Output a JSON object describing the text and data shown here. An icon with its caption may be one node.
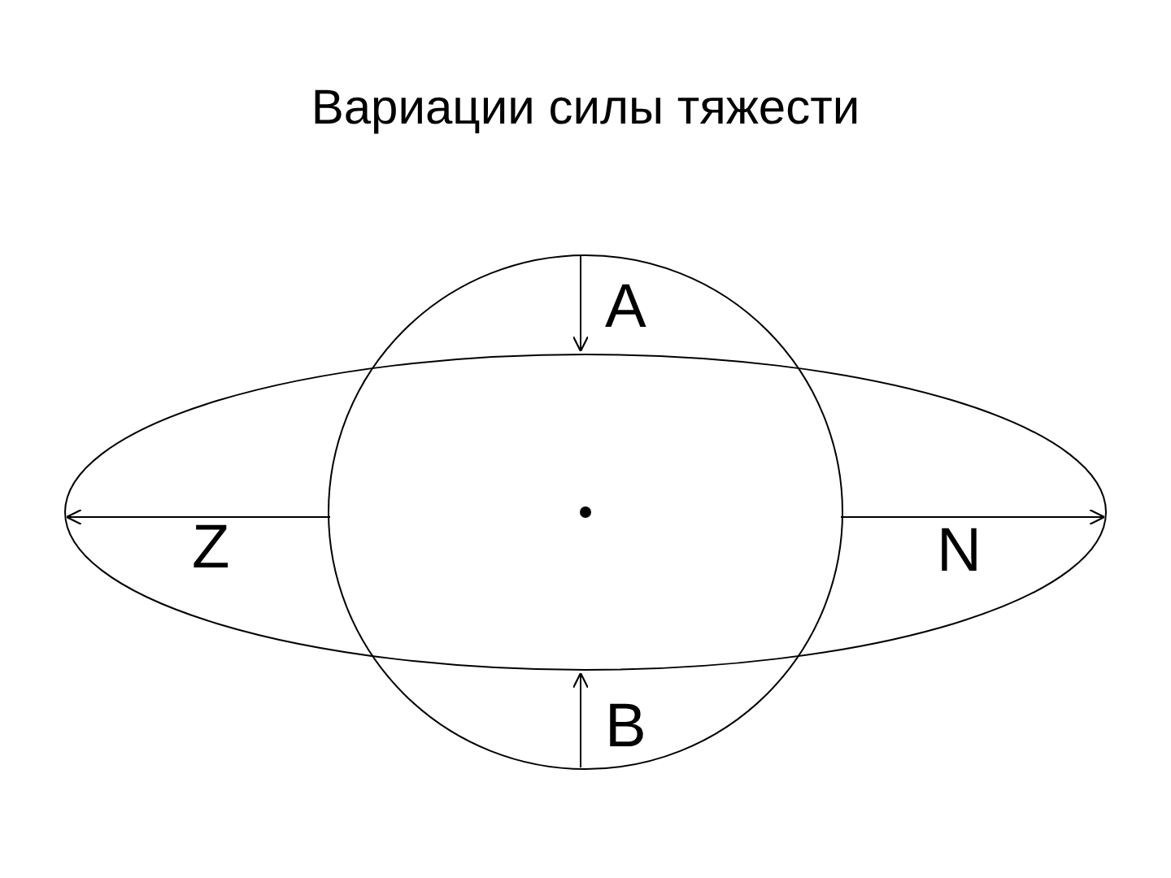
{
  "diagram": {
    "title": "Вариации силы тяжести",
    "labels": [
      "A",
      "Z",
      "N",
      "B"
    ]
  }
}
